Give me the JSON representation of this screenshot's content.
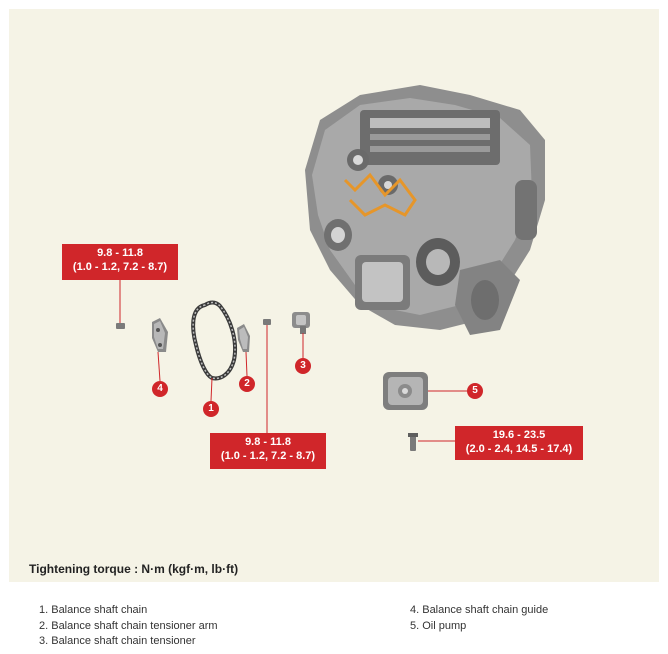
{
  "torque_specs": {
    "bolt_left": {
      "line1": "9.8 - 11.8",
      "line2": "(1.0 - 1.2, 7.2 - 8.7)"
    },
    "bolt_center": {
      "line1": "9.8 - 11.8",
      "line2": "(1.0 - 1.2, 7.2 - 8.7)"
    },
    "bolt_oil_pump": {
      "line1": "19.6 - 23.5",
      "line2": "(2.0 - 2.4, 14.5 - 17.4)"
    }
  },
  "callouts": [
    "1",
    "2",
    "3",
    "4",
    "5"
  ],
  "footer": {
    "label": "Tightening torque : N·m (kgf·m, lb·ft)"
  },
  "legend": {
    "left": [
      "1. Balance shaft chain",
      "2. Balance shaft chain tensioner arm",
      "3. Balance shaft chain tensioner"
    ],
    "right": [
      "4. Balance shaft chain guide",
      "5. Oil pump"
    ]
  },
  "colors": {
    "accent": "#d0262a",
    "panel": "#f5f3e6"
  }
}
